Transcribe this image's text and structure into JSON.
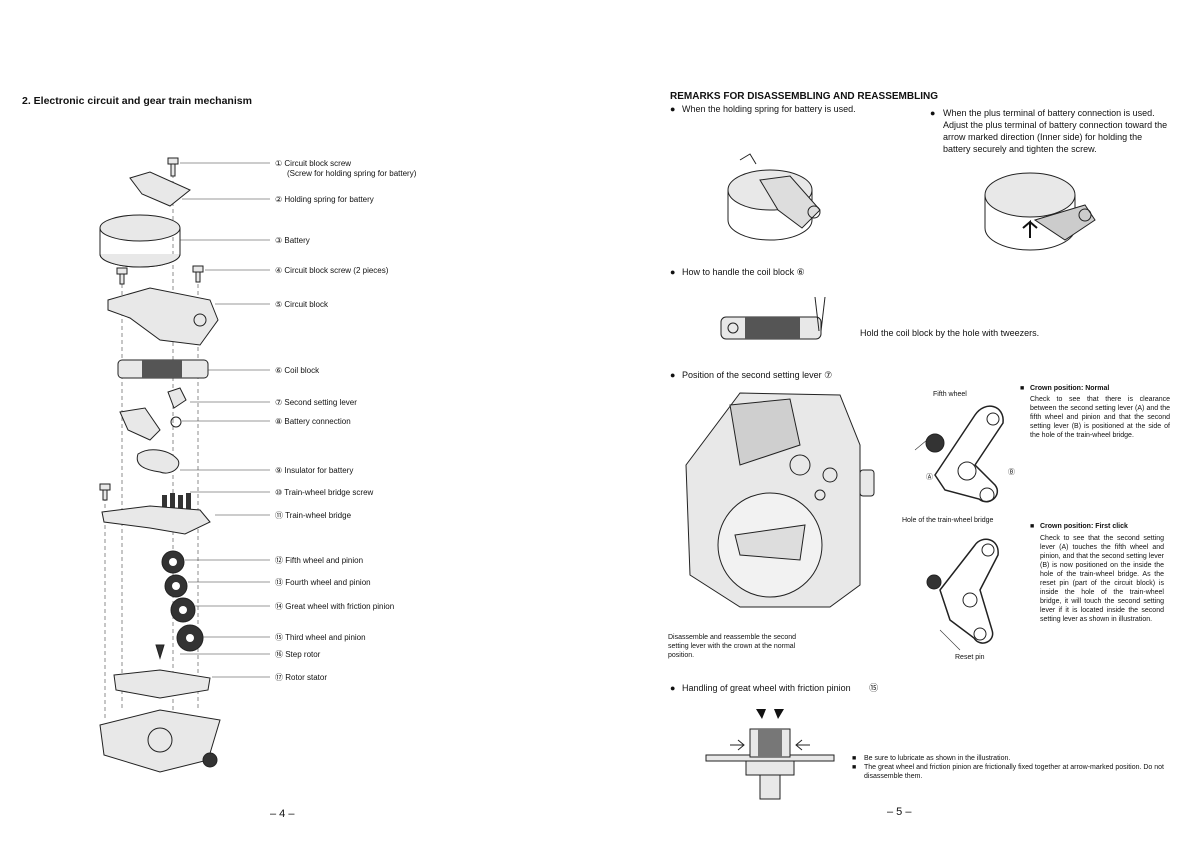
{
  "left_page": {
    "section_title": "2.  Electronic circuit and gear train mechanism",
    "parts": [
      {
        "label": "① Circuit block screw",
        "sub": "(Screw for holding spring for battery)"
      },
      {
        "label": "② Holding spring for battery"
      },
      {
        "label": "③ Battery"
      },
      {
        "label": "④ Circuit block screw (2 pieces)"
      },
      {
        "label": "⑤ Circuit block"
      },
      {
        "label": "⑥ Coil block"
      },
      {
        "label": "⑦ Second setting lever"
      },
      {
        "label": "⑧ Battery connection"
      },
      {
        "label": "⑨ Insulator for battery"
      },
      {
        "label": "⑩ Train-wheel bridge screw"
      },
      {
        "label": "⑪ Train-wheel bridge"
      },
      {
        "label": "⑫ Fifth wheel and pinion"
      },
      {
        "label": "⑬ Fourth wheel and pinion"
      },
      {
        "label": "⑭ Great wheel with friction pinion"
      },
      {
        "label": "⑮ Third wheel and pinion"
      },
      {
        "label": "⑯ Step rotor"
      },
      {
        "label": "⑰ Rotor stator"
      }
    ],
    "page_number": "– 4 –"
  },
  "right_page": {
    "title": "REMARKS FOR DISASSEMBLING AND REASSEMBLING",
    "bullet_holding_spring": "When the holding spring for battery is used.",
    "bullet_plus_terminal": "When the plus terminal of battery connection is used. Adjust the plus terminal of battery connection toward the arrow marked direction (Inner side) for holding the battery securely and tighten the screw.",
    "coil_heading": "How to handle the coil block ⑥",
    "coil_caption": "Hold the coil block by the hole with tweezers.",
    "lever_heading": "Position of the second setting lever ⑦",
    "fifth_wheel_label": "Fifth wheel",
    "label_A": "Ⓐ",
    "label_B": "Ⓑ",
    "hole_label": "Hole of the train-wheel bridge",
    "reset_pin_label": "Reset pin",
    "movement_caption": "Disassemble and reassemble the second setting lever with the crown at the normal position.",
    "crown_normal_title": "Crown position:  Normal",
    "crown_normal_text": "Check to see that there is clearance between the second setting lever (A) and the fifth wheel and pinion and that the second setting lever (B) is positioned at the side of the hole of the train-wheel bridge.",
    "crown_first_title": "Crown position:  First click",
    "crown_first_text": "Check to see that the second setting lever (A) touches the fifth wheel and pinion, and that the second setting lever (B) is now positioned on the inside the hole of the train-wheel bridge. As the reset pin (part of the circuit block) is inside the hole of the train-wheel bridge, it will touch the second setting lever if it is located inside the second setting lever as shown in illustration.",
    "great_wheel_heading": "Handling of great wheel with friction pinion",
    "great_wheel_ref": "⑮",
    "note_1": "Be sure to lubricate as shown in the illustration.",
    "note_2": "The great wheel and friction pinion are frictionally fixed together at arrow-marked position. Do not disassemble them.",
    "page_number": "– 5 –"
  }
}
